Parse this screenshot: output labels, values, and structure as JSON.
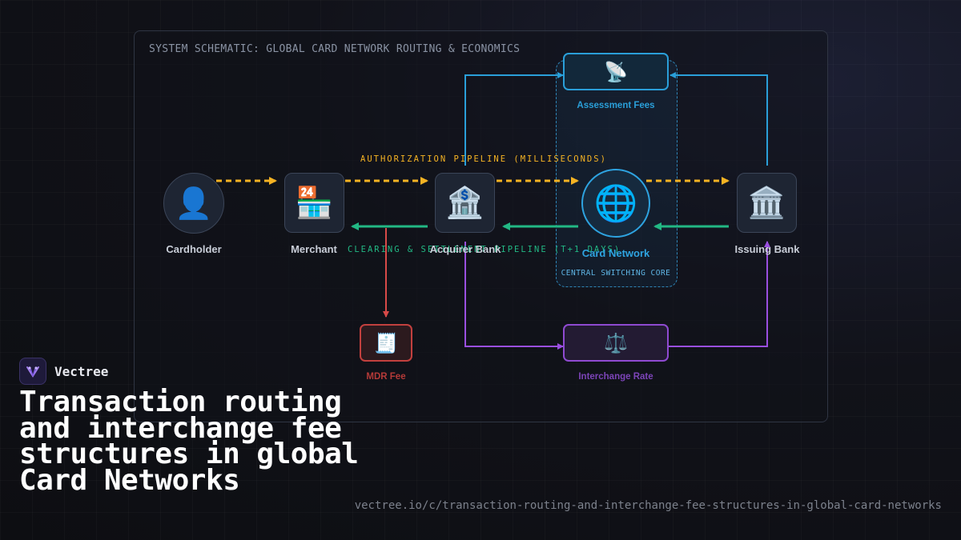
{
  "diagram": {
    "title": "SYSTEM SCHEMATIC: GLOBAL CARD NETWORK ROUTING & ECONOMICS",
    "auth_pipeline_label": "AUTHORIZATION PIPELINE (MILLISECONDS)",
    "clearing_pipeline_label": "CLEARING & SETTLEMENT PIPELINE (T+1 DAYS)",
    "core_label": "CENTRAL SWITCHING CORE",
    "nodes": {
      "cardholder": {
        "label": "Cardholder",
        "icon": "👤",
        "icon_name": "person-icon"
      },
      "merchant": {
        "label": "Merchant",
        "icon": "🏪",
        "icon_name": "store-icon"
      },
      "acquirer": {
        "label": "Acquirer Bank",
        "icon": "🏦",
        "icon_name": "bank-icon"
      },
      "network": {
        "label": "Card Network",
        "icon": "🌐",
        "icon_name": "globe-icon"
      },
      "issuer": {
        "label": "Issuing Bank",
        "icon": "🏛️",
        "icon_name": "classical-building-icon"
      }
    },
    "fees": {
      "assessment": {
        "label": "Assessment Fees",
        "icon": "📡",
        "icon_name": "satellite-dish-icon"
      },
      "mdr": {
        "label": "MDR Fee",
        "icon": "🧾",
        "icon_name": "receipt-icon"
      },
      "interchange": {
        "label": "Interchange Rate",
        "icon": "⚖️",
        "icon_name": "scales-icon"
      }
    },
    "colors": {
      "auth": "#f5b323",
      "clearing": "#22b884",
      "assessment": "#2a9fd9",
      "mdr": "#d84a48",
      "interchange": "#9a4fe0"
    }
  },
  "brand": {
    "name": "Vectree"
  },
  "headline": "Transaction routing and interchange fee structures in global Card Networks",
  "url": "vectree.io/c/transaction-routing-and-interchange-fee-structures-in-global-card-networks"
}
